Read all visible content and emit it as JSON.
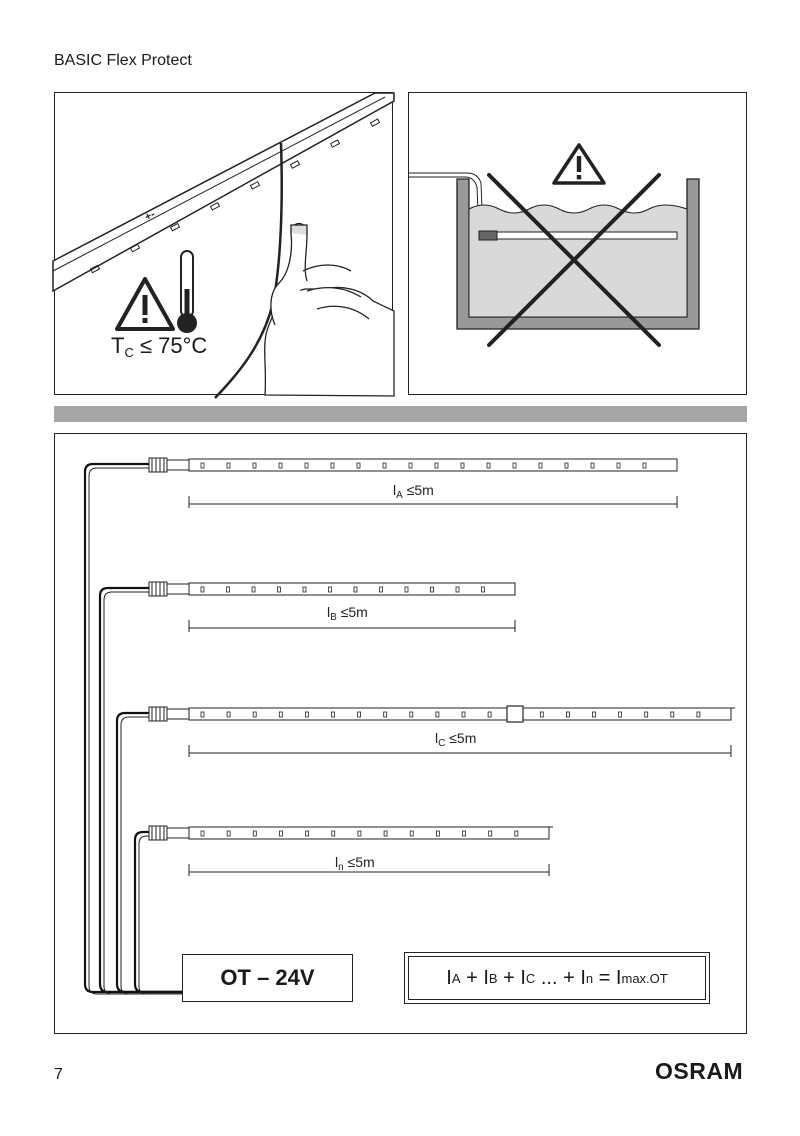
{
  "document": {
    "title": "BASIC Flex Protect",
    "page_number": "7",
    "brand": "OSRAM"
  },
  "heat_panel": {
    "temp_symbol": "T",
    "temp_subscript": "C",
    "temp_limit": "≤ 75°C",
    "icons": [
      "warning-triangle-icon",
      "thermometer-icon"
    ]
  },
  "water_panel": {
    "icons": [
      "warning-triangle-icon",
      "prohibited-cross-icon"
    ]
  },
  "wiring": {
    "strips": [
      {
        "symbol": "l",
        "subscript": "A",
        "limit": "≤5m"
      },
      {
        "symbol": "l",
        "subscript": "B",
        "limit": "≤5m"
      },
      {
        "symbol": "l",
        "subscript": "C",
        "limit": "≤5m"
      },
      {
        "symbol": "l",
        "subscript": "n",
        "limit": "≤5m"
      }
    ],
    "driver_label": "OT – 24V",
    "formula": {
      "t1": "I",
      "s1": "A",
      "op1": " + ",
      "t2": "I",
      "s2": "B",
      "op2": " + ",
      "t3": "I",
      "s3": "C",
      "op3": " ... + ",
      "t4": "I",
      "s4": "n",
      "op4": " = ",
      "t5": "I",
      "s5": "max.OT"
    }
  }
}
